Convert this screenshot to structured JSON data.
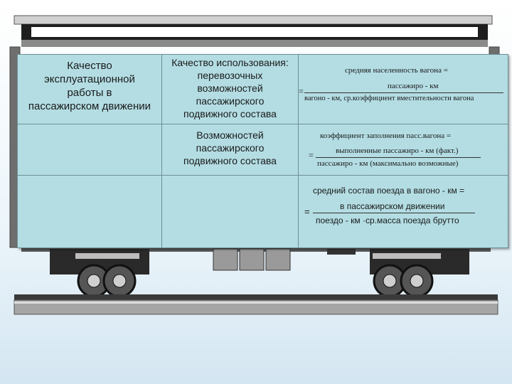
{
  "table": {
    "row1": {
      "col1": [
        "Качество",
        "эксплуатационной",
        "работы в",
        "пассажирском движении"
      ],
      "col2": [
        "Качество использования:",
        "перевозочных",
        "возможностей",
        "пассажирского",
        "подвижного состава"
      ],
      "col3": {
        "head": "средняя населенность вагона =",
        "numerator": "пассажиро - км",
        "eq": "=",
        "denominator": "вагоно - км, ср.коэффициент вместительности вагона"
      }
    },
    "row2": {
      "col2": [
        "Возможностей",
        "пассажирского",
        "подвижного состава"
      ],
      "col3": {
        "head": "коэффициент заполнения пасс.вагона =",
        "numerator": "выполненные пассажиро - км (факт.)",
        "eq": "=",
        "denominator": "пассажиро - км (максимально возможные)"
      }
    },
    "row3": {
      "col3": {
        "head": "средний состав поезда в вагоно - км =",
        "numerator": "в пассажирском движении",
        "eq": "=",
        "denominator": "поездо - км ·ср.масса поезда брутто"
      }
    }
  },
  "colors": {
    "cell_fill": "#b3dde3",
    "car_body": "#7d7d7d",
    "rail": "#9a9a9a"
  }
}
